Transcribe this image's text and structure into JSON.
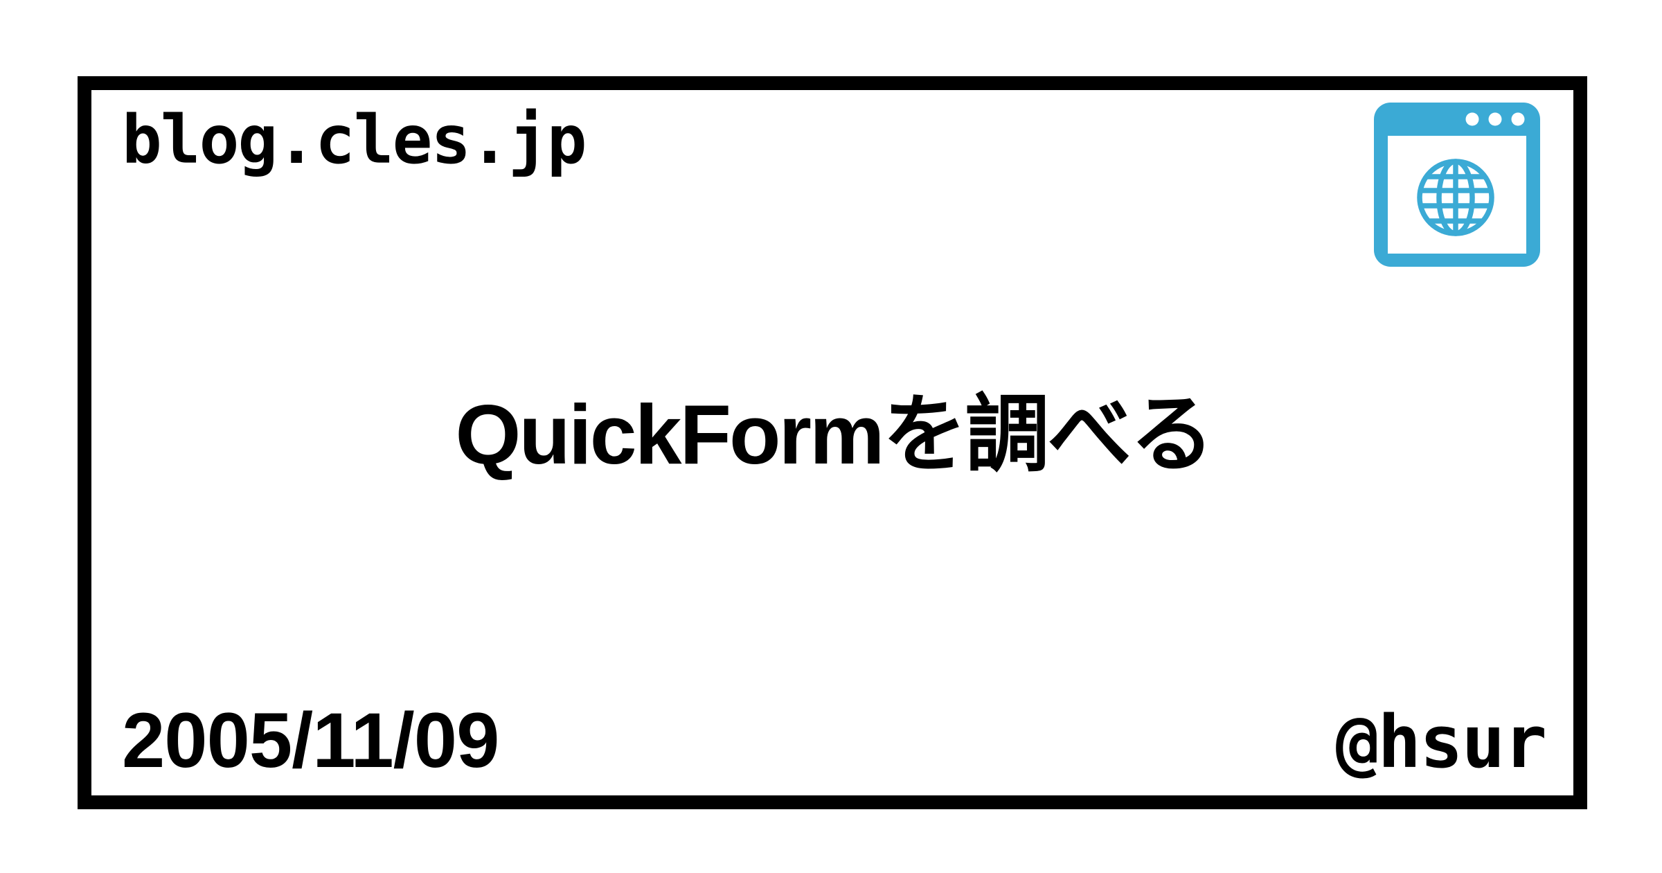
{
  "card": {
    "site_name": "blog.cles.jp",
    "title": "QuickFormを調べる",
    "date": "2005/11/09",
    "handle": "@hsur"
  },
  "icons": {
    "browser_icon": "browser-window-with-globe-icon"
  },
  "colors": {
    "background": "#ffffff",
    "border": "#000000",
    "text": "#000000",
    "icon_blue": "#3BAAD5",
    "icon_window_bg": "#ffffff"
  }
}
